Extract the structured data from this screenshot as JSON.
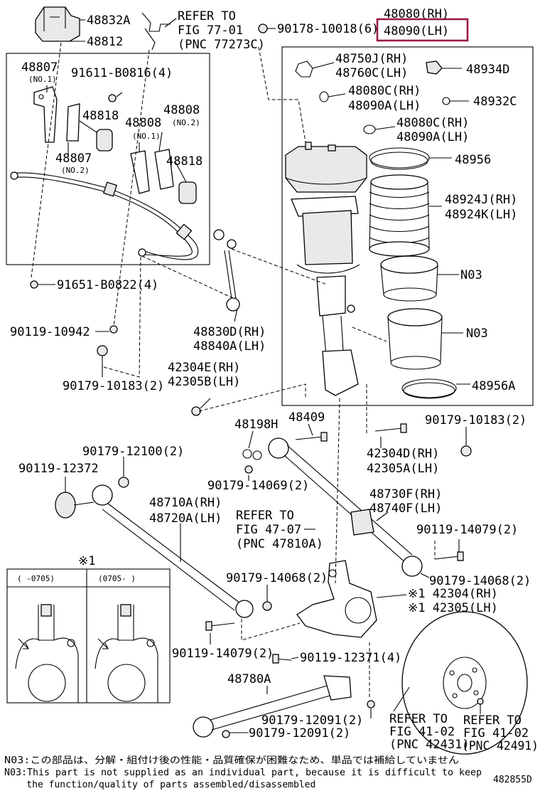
{
  "labels": {
    "p48832A": "48832A",
    "p48812": "48812",
    "refer_77": "REFER TO",
    "refer_77_fig": "FIG 77-01",
    "refer_77_pnc": "(PNC 77273C)",
    "p90178": "90178-10018(6)",
    "p48080_rh": "48080(RH)",
    "p48090_lh": "48090(LH)",
    "p48807_1": "48807",
    "no1_a": "(NO.1)",
    "p91611": "91611-B0816(4)",
    "p48818_a": "48818",
    "p48808_a": "48808",
    "no1_b": "(NO.1)",
    "p48808_b": "48808",
    "no2_b": "(NO.2)",
    "p48807_2": "48807",
    "no2_a": "(NO.2)",
    "p48818_b": "48818",
    "p48750": "48750J(RH)",
    "p48760": "48760C(LH)",
    "p48934": "48934D",
    "p48080c_1": "48080C(RH)",
    "p48090a_1": "48090A(LH)",
    "p48932": "48932C",
    "p48080c_2": "48080C(RH)",
    "p48090a_2": "48090A(LH)",
    "p48956": "48956",
    "p48924j": "48924J(RH)",
    "p48924k": "48924K(LH)",
    "n03_a": "N03",
    "n03_b": "N03",
    "p48956a": "48956A",
    "p91651": "91651-B0822(4)",
    "p90119_10942": "90119-10942",
    "p48830": "48830D(RH)",
    "p48840": "48840A(LH)",
    "p90179_10183_a": "90179-10183(2)",
    "p42304e": "42304E(RH)",
    "p42305b": "42305B(LH)",
    "p48198": "48198H",
    "p48409": "48409",
    "p90179_10183_b": "90179-10183(2)",
    "p90179_12100": "90179-12100(2)",
    "p90119_12372": "90119-12372",
    "p42304d": "42304D(RH)",
    "p42305a": "42305A(LH)",
    "p90179_14069": "90179-14069(2)",
    "p48730": "48730F(RH)",
    "p48740": "48740F(LH)",
    "p48710": "48710A(RH)",
    "p48720": "48720A(LH)",
    "refer_47": "REFER TO",
    "refer_47_fig": "FIG 47-07",
    "refer_47_pnc": "(PNC 47810A)",
    "p90119_14079_a": "90119-14079(2)",
    "star1": "※1",
    "inset_left": "(   -0705)",
    "inset_right": "(0705-   )",
    "p90179_14068_a": "90179-14068(2)",
    "p90179_14068_b": "90179-14068(2)",
    "p42304": "※1 42304(RH)",
    "p42305": "※1 42305(LH)",
    "p90119_14079_b": "90119-14079(2)",
    "p90119_12371": "90119-12371(4)",
    "p48780": "48780A",
    "p90179_12091_a": "90179-12091(2)",
    "p90179_12091_b": "90179-12091(2)",
    "refer_41a": "REFER TO",
    "refer_41a_fig": "FIG 41-02",
    "refer_41a_pnc": "(PNC 42431)",
    "refer_41b": "REFER TO",
    "refer_41b_fig": "FIG 41-02",
    "refer_41b_pnc": "(PNC 42491)"
  },
  "notes": {
    "line1": "N03:この部品は、分解・組付け後の性能・品質確保が困難なため、単品では補給していません",
    "line2": "N03:This part is not supplied as an individual part, because it is difficult to keep",
    "line3": "    the function/quality of parts assembled/disassembled"
  },
  "diagram_id": "482855D",
  "highlight_color": "#9b1b45"
}
